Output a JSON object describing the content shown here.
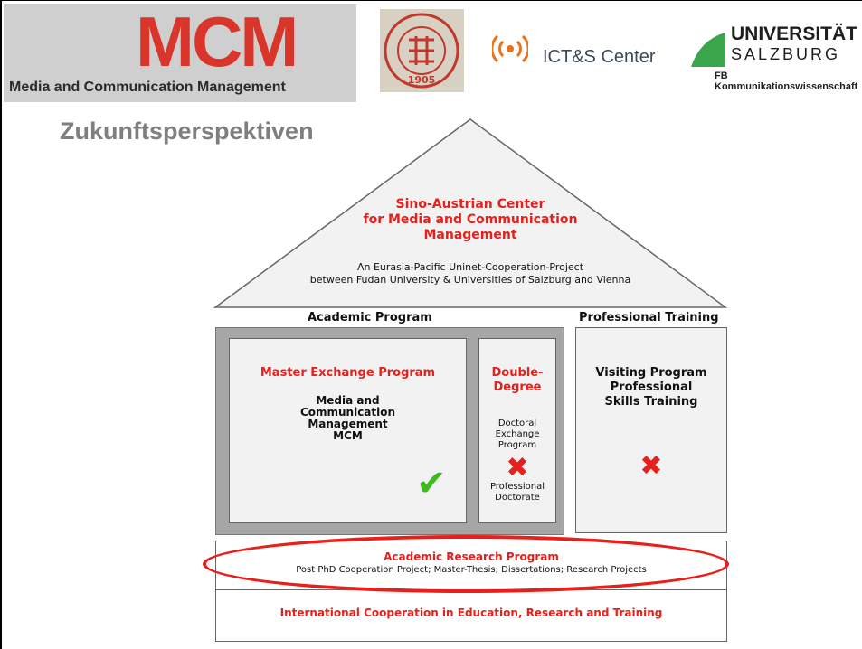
{
  "header": {
    "mcm_logo_word": "MCM",
    "mcm_logo_subtitle": "Media and Communication Management",
    "fudan_logo_year": "1905",
    "ict_center": "ICT&S Center",
    "salzburg_line1": "UNIVERSITÄT",
    "salzburg_line2": "SALZBURG",
    "salzburg_dept": "FB Kommunikationswissenschaft"
  },
  "title": "Zukunftsperspektiven",
  "roof": {
    "line1": "Sino-Austrian Center",
    "line2": "for Media and Communication",
    "line3": "Management",
    "sub1": "An Eurasia-Pacific Uninet-Cooperation-Project",
    "sub2": "between Fudan University & Universities of Salzburg and Vienna"
  },
  "academic": {
    "heading": "Academic Program",
    "master": {
      "title": "Master Exchange Program",
      "line1": "Media and",
      "line2": "Communication",
      "line3": "Management",
      "line4": "MCM",
      "status": "✔"
    },
    "double_degree": {
      "title1": "Double-",
      "title2": "Degree",
      "item1a": "Doctoral",
      "item1b": "Exchange",
      "item1c": "Program",
      "status": "✖",
      "item2a": "Professional",
      "item2b": "Doctorate"
    }
  },
  "professional": {
    "heading": "Professional Training",
    "line1": "Visiting Program",
    "line2": "Professional",
    "line3": "Skills Training",
    "status": "✖"
  },
  "research": {
    "title": "Academic Research Program",
    "sub": "Post PhD Cooperation Project; Master-Thesis; Dissertations; Research Projects"
  },
  "foundation": "International Cooperation in Education, Research and Training",
  "colors": {
    "accent_red": "#e8201c",
    "check_green": "#3dbb1f",
    "roof_fill": "#f2f2f2",
    "academic_frame": "#a6a6a6"
  }
}
